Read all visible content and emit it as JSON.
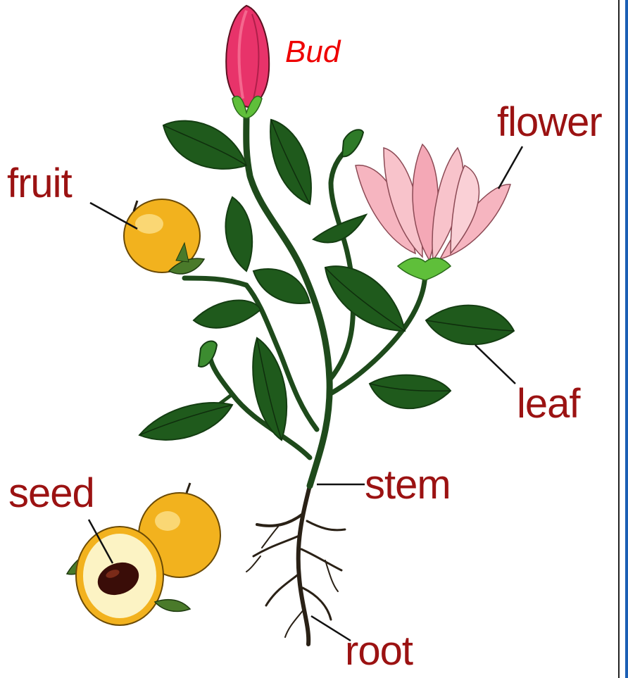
{
  "labels": {
    "bud": "Bud",
    "flower": "flower",
    "fruit": "fruit",
    "leaf": "leaf",
    "stem": "stem",
    "seed": "seed",
    "root": "root"
  },
  "colors": {
    "label_text": "#9b1212",
    "bud_label": "#ee0000",
    "leaf": "#1f5a1c",
    "stem": "#1e4a1b",
    "bud": "#e8336a",
    "flower": "#f6b5c0",
    "fruit": "#f2b21e",
    "seed": "#3a0d08",
    "root": "#2a2116",
    "frame_border": "#1c5fb5"
  }
}
